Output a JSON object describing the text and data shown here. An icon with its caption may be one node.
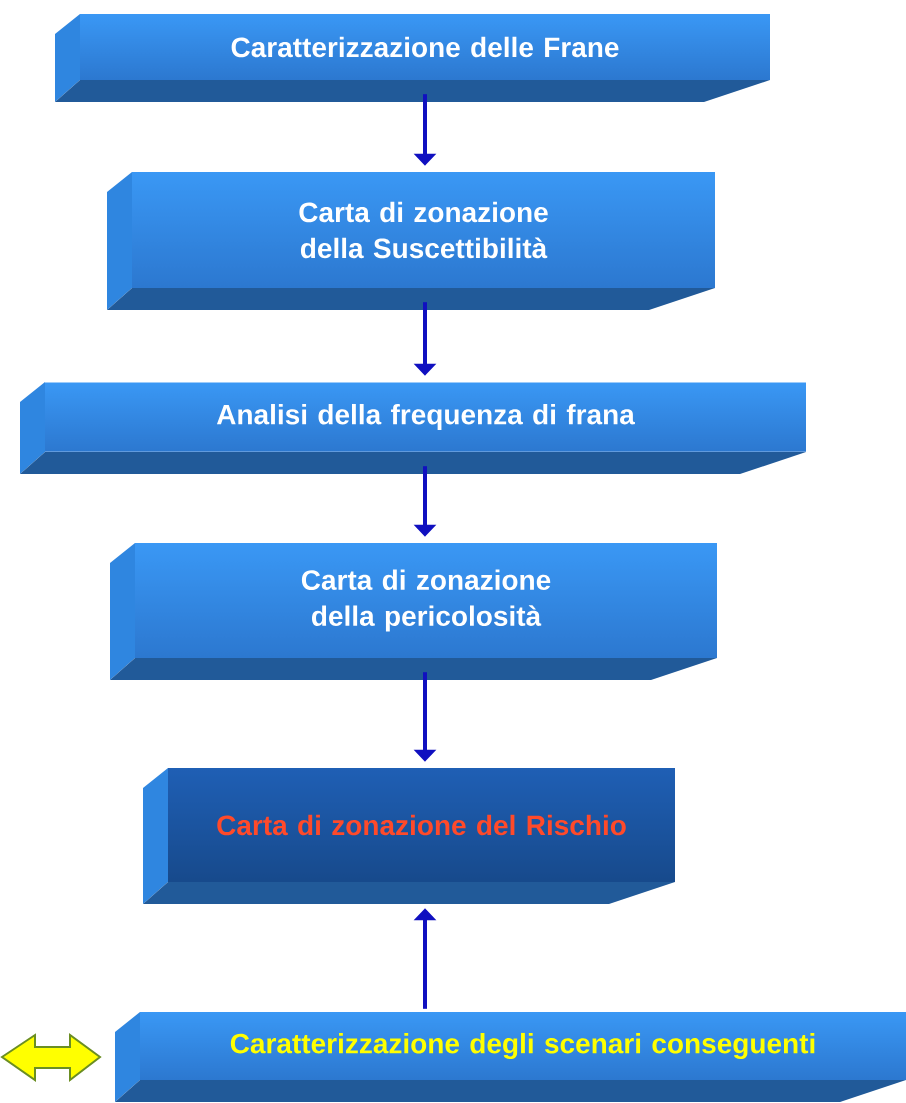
{
  "diagram": {
    "nodes": [
      {
        "text": [
          "Caratterizzazione delle Frane"
        ]
      },
      {
        "text": [
          "Carta di zonazione della Suscettibilità"
        ]
      },
      {
        "text": [
          "Analisi della frequenza di frana"
        ]
      },
      {
        "text": [
          "Carta di zonazione della pericolosità"
        ]
      },
      {
        "text": [
          "Carta di zonazione del Rischio"
        ]
      },
      {
        "text": [
          "Caratterizzazione degli scenari conseguenti"
        ]
      }
    ],
    "edges": [
      {
        "from": 0,
        "to": 1,
        "arrow": "to"
      },
      {
        "from": 1,
        "to": 2,
        "arrow": "to"
      },
      {
        "from": 2,
        "to": 3,
        "arrow": "to"
      },
      {
        "from": 3,
        "to": 4,
        "arrow": "to"
      },
      {
        "from": 5,
        "to": 4,
        "arrow": "to"
      }
    ]
  }
}
